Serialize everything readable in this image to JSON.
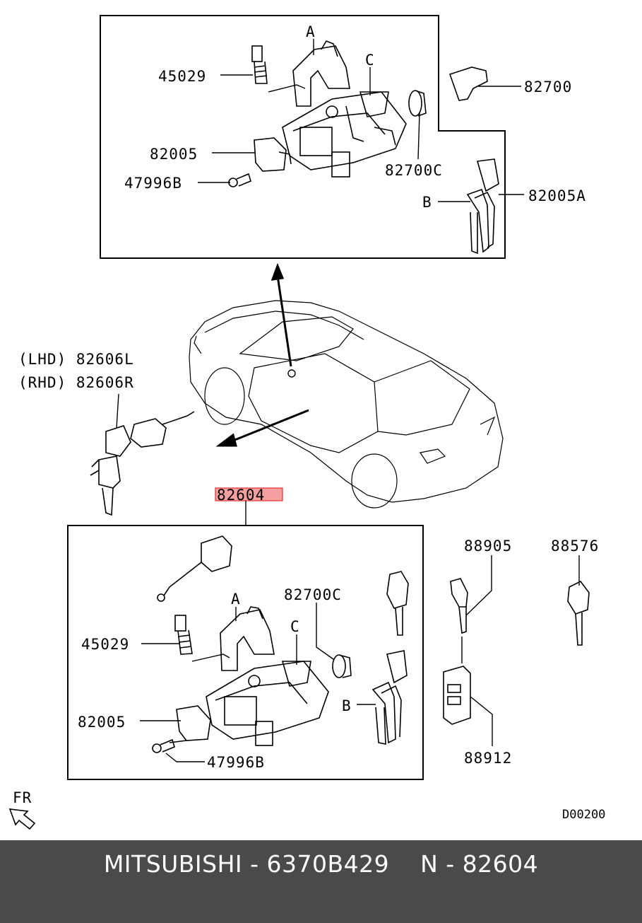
{
  "labels": {
    "top_45029": "45029",
    "top_A": "A",
    "top_C": "C",
    "top_82700": "82700",
    "top_82005": "82005",
    "top_82700C": "82700C",
    "top_47996B": "47996B",
    "top_B": "B",
    "top_82005A": "82005A",
    "lhd": "(LHD) 82606L",
    "rhd": "(RHD) 82606R",
    "main_part": "82604",
    "bot_A": "A",
    "bot_82700C": "82700C",
    "bot_C": "C",
    "bot_45029": "45029",
    "bot_B": "B",
    "bot_82005": "82005",
    "bot_47996B": "47996B",
    "p88905": "88905",
    "p88576": "88576",
    "p88912": "88912",
    "fr": "FR",
    "diagram_code": "D00200"
  },
  "colors": {
    "highlight_fill": "#f4a0a0",
    "highlight_stroke": "#e03030",
    "footer_bg": "#4a4a4a"
  },
  "footer": {
    "text": "MITSUBISHI - 6370B429    N - 82604"
  }
}
